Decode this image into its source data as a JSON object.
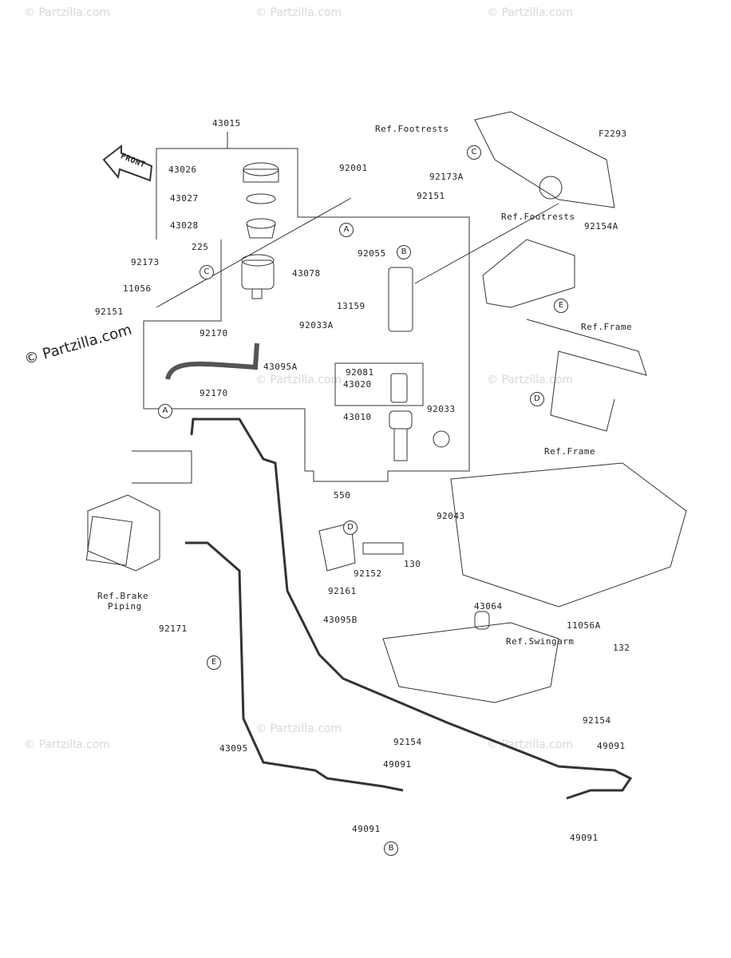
{
  "diagram_code": "F2293",
  "front_arrow_text": "FRONT",
  "watermark": "© Partzilla.com",
  "watermark_main": "© Partzilla.com",
  "parts": [
    "43015",
    "43026",
    "43027",
    "43028",
    "92001",
    "225",
    "92173",
    "11056",
    "92151",
    "43078",
    "92055",
    "13159",
    "92033A",
    "92170",
    "43095A",
    "92170",
    "92081",
    "43020",
    "43010",
    "92033",
    "550",
    "92043",
    "130",
    "92152",
    "92161",
    "43095B",
    "92171",
    "43064",
    "11056A",
    "132",
    "92154",
    "49091",
    "92154",
    "49091",
    "43095",
    "49091",
    "49091",
    "92173A",
    "92151",
    "92154A"
  ],
  "references": [
    "Ref.Footrests",
    "Ref.Footrests",
    "Ref.Frame",
    "Ref.Frame",
    "Ref.Brake",
    "Piping",
    "Ref.Swingarm"
  ],
  "callouts": [
    "A",
    "A",
    "B",
    "B",
    "C",
    "C",
    "D",
    "D",
    "E",
    "E"
  ]
}
